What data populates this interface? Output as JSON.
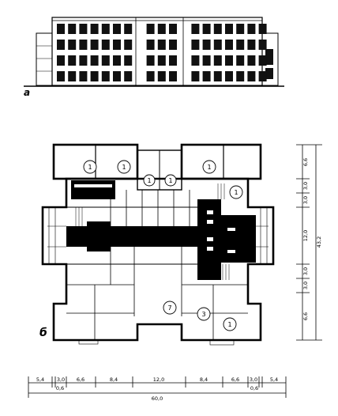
{
  "panels": {
    "a": "a",
    "b": "б"
  },
  "plan_marks": {
    "room_1": "1",
    "room_3": "3",
    "room_7": "7"
  },
  "dimensions": {
    "horizontal": [
      "5,4",
      "3,0",
      "6,6",
      "8,4",
      "12,0",
      "8,4",
      "6,6",
      "3,0",
      "5,4"
    ],
    "horizontal_sub": [
      "0,6",
      "0,6"
    ],
    "horizontal_total": "60,0",
    "vertical": [
      "6,6",
      "3,0",
      "3,0",
      "12,0",
      "3,0",
      "3,0",
      "6,6"
    ],
    "vertical_total": "43,2"
  },
  "colors": {
    "ink": "#000000",
    "paper": "#ffffff",
    "window": "#111111"
  }
}
